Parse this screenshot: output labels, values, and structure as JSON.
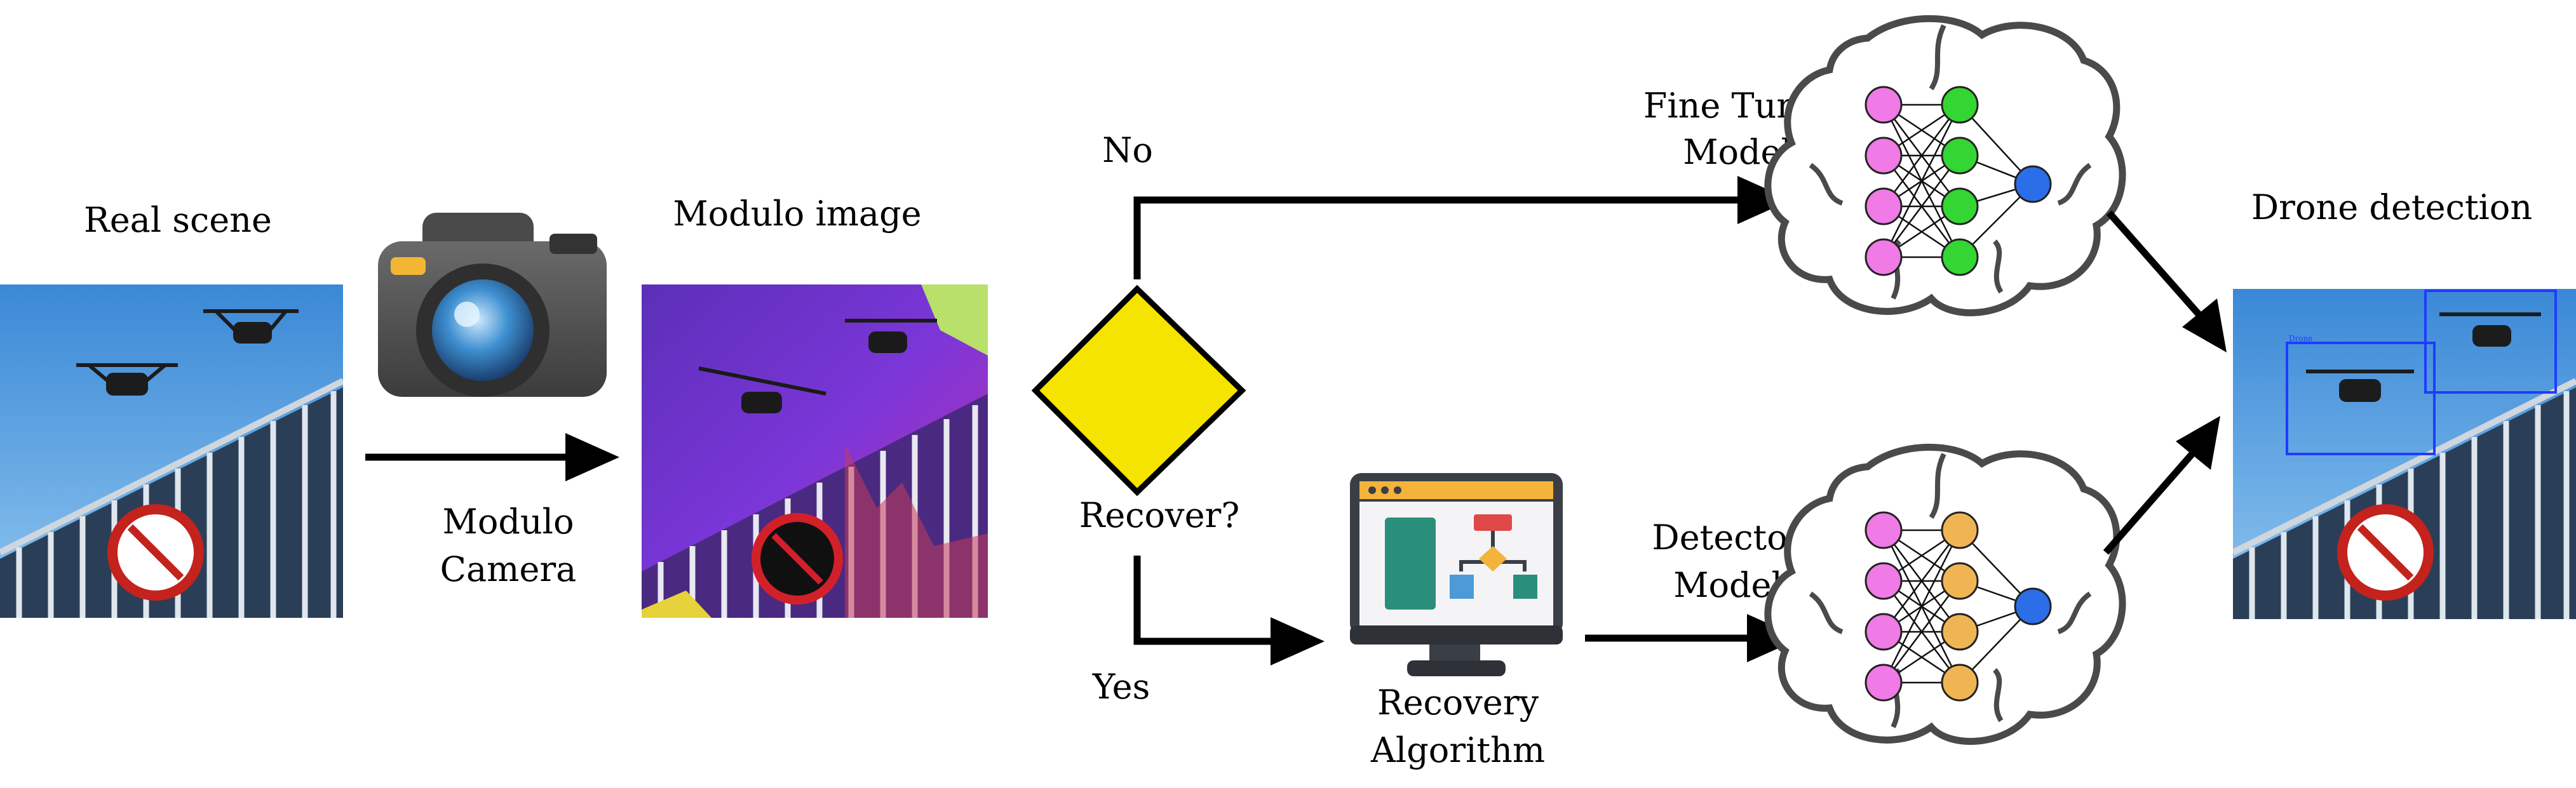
{
  "labels": {
    "real_scene": "Real scene",
    "modulo_camera": [
      "Modulo",
      "Camera"
    ],
    "modulo_image": "Modulo image",
    "no": "No",
    "yes": "Yes",
    "recover": "Recover?",
    "fine_tune": [
      "Fine Tune",
      "Model"
    ],
    "detector": [
      "Detector",
      "Model"
    ],
    "recovery": [
      "Recovery",
      "Algorithm"
    ],
    "drone_detection": "Drone detection",
    "box_label": "Drone"
  },
  "colors": {
    "decision_fill": "#f5e400",
    "input_node": "#f07ae6",
    "hidden_node_finetune": "#33d633",
    "hidden_node_detector": "#f0b553",
    "output_node": "#2c6ee8",
    "detection_box": "#1e3cff"
  },
  "icons": {
    "camera": "camera-icon",
    "brain": "brain-network-icon",
    "monitor": "monitor-flowchart-icon"
  }
}
